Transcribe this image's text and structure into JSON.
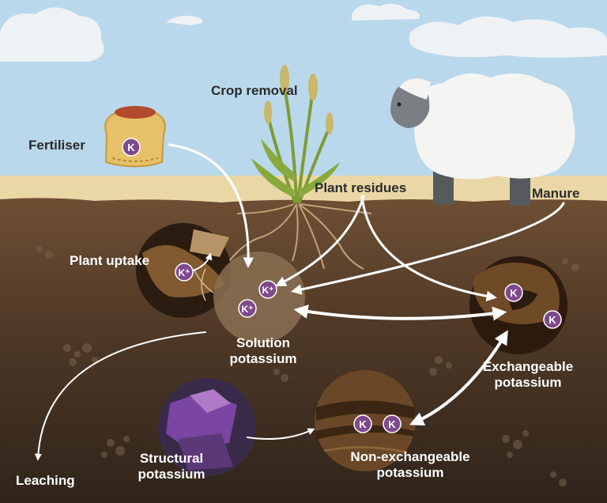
{
  "labels": {
    "crop_removal": "Crop removal",
    "fertiliser": "Fertiliser",
    "plant_residues": "Plant residues",
    "manure": "Manure",
    "plant_uptake": "Plant uptake",
    "solution": [
      "Solution",
      "potassium"
    ],
    "exchangeable": [
      "Exchangeable",
      "potassium"
    ],
    "non_exchangeable": [
      "Non-exchangeable",
      "potassium"
    ],
    "structural": [
      "Structural",
      "potassium"
    ],
    "leaching": "Leaching"
  },
  "ions": {
    "k": "K",
    "k_plus": "K⁺"
  },
  "colors": {
    "sky": "#b9d8ec",
    "topsoil_band": "#ead7a6",
    "soil_upper": "#6e4f34",
    "soil_lower": "#2f241b",
    "ion_fill": "#7e4a8c",
    "arrow": "#ffffff"
  }
}
